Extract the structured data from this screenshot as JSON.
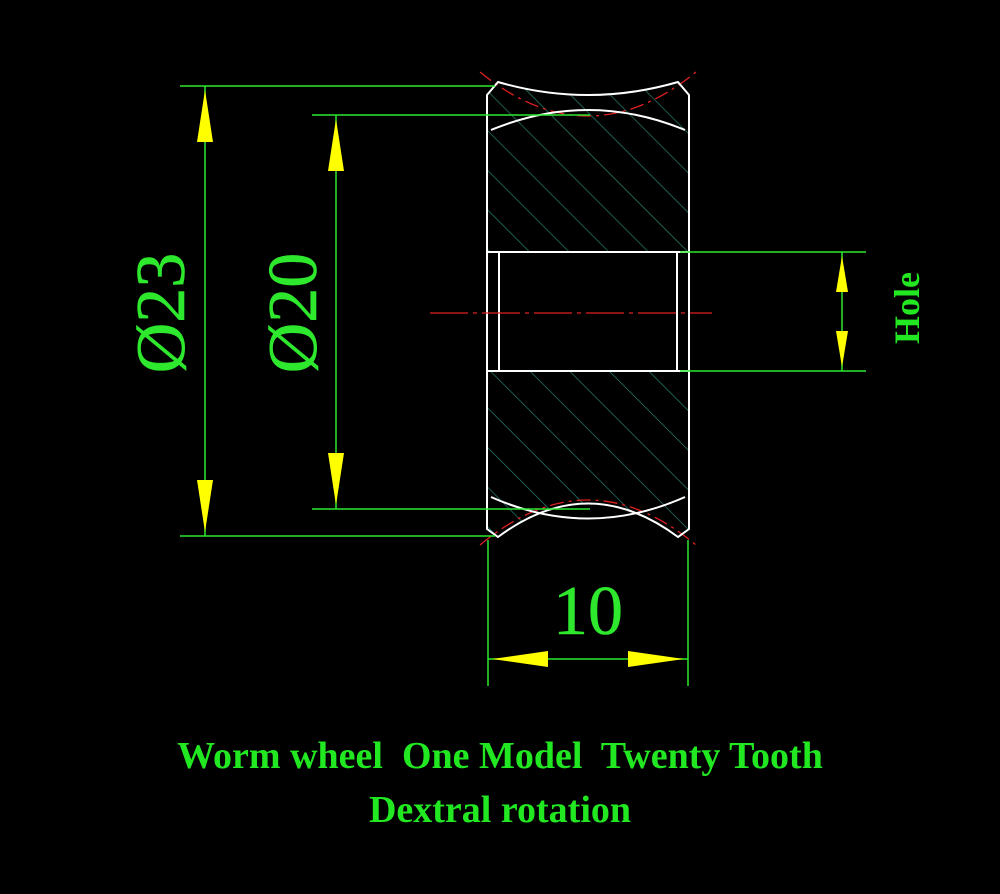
{
  "labels": {
    "outer_diameter": "Ø23",
    "pitch_diameter": "Ø20",
    "hole": "Hole",
    "width": "10"
  },
  "caption": {
    "line1": "Worm wheel  One Model  Twenty Tooth",
    "line2": "Dextral rotation"
  },
  "colors": {
    "dimension": "#2ee82e",
    "text": "#22e822",
    "arrow": "#ffff00",
    "outline": "#ffffff",
    "centerline": "#e02020",
    "hatch": "#2a8a7a",
    "background": "#000000"
  }
}
